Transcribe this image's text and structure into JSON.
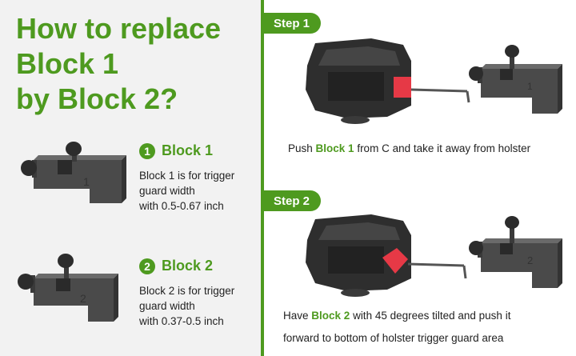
{
  "title": {
    "lines": [
      "How to replace",
      "Block 1",
      "by Block 2?"
    ]
  },
  "blocks": [
    {
      "number": "1",
      "label": "Block 1",
      "desc_lines": [
        "Block 1 is for trigger",
        "guard width",
        "with 0.5-0.67 inch"
      ],
      "engraving": "1"
    },
    {
      "number": "2",
      "label": "Block 2",
      "desc_lines": [
        "Block 2 is for trigger",
        "guard width",
        "with 0.37-0.5 inch"
      ],
      "engraving": "2"
    }
  ],
  "steps": [
    {
      "tab": "Step 1",
      "text_before": "Push ",
      "highlight": "Block 1",
      "text_after": " from C and take it away from holster"
    },
    {
      "tab": "Step 2",
      "line1_before": "Have ",
      "highlight": "Block 2",
      "line1_after": " with 45 degrees tilted and push it",
      "line2": "forward to bottom of holster trigger guard area"
    }
  ],
  "colors": {
    "accent": "#4e9a1f",
    "block": "#4a4a4a",
    "holster": "#2e2e2e",
    "marker": "#e63946"
  }
}
